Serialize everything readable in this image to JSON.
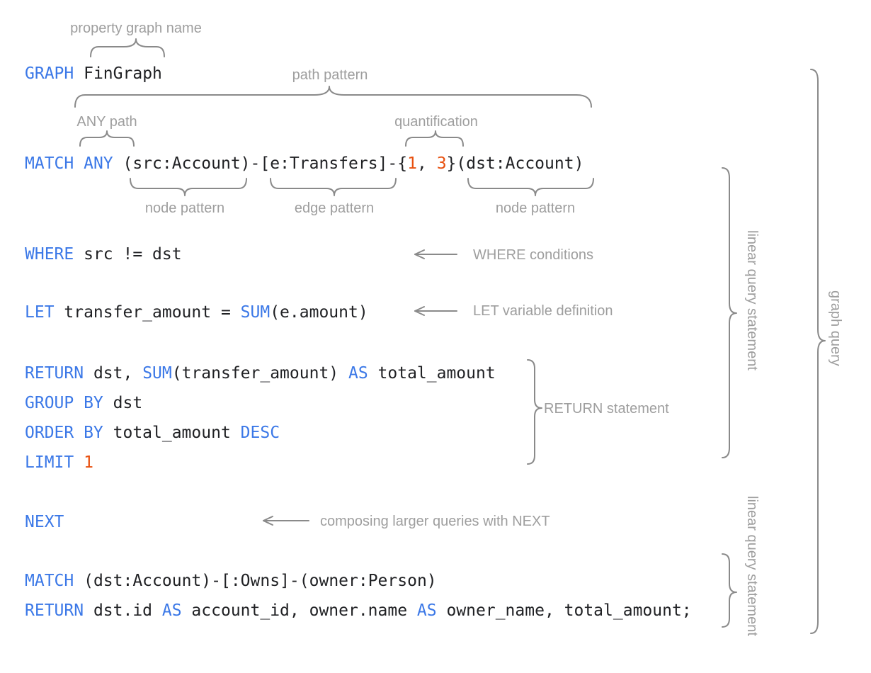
{
  "diagram": {
    "title_context": "GQL graph query annotated syntax diagram",
    "colors": {
      "keyword": "#3b78e7",
      "literal": "#e8500f",
      "code_text": "#202124",
      "annotation": "#9e9e9e",
      "brace": "#8a8a8a",
      "background": "#ffffff"
    }
  },
  "code": {
    "graph_line": {
      "keyword": "GRAPH",
      "name": "FinGraph",
      "full": "GRAPH FinGraph"
    },
    "match_line": {
      "keyword": "MATCH",
      "path_mode": "ANY",
      "src_node": "(src:Account)",
      "dash1": "-",
      "edge": "[e:Transfers]",
      "dash2": "-",
      "quant_open": "{",
      "quant_min": "1",
      "quant_sep": ", ",
      "quant_max": "3",
      "quant_close": "}",
      "dst_node": "(dst:Account)",
      "full": "MATCH ANY (src:Account)-[e:Transfers]-{1, 3}(dst:Account)"
    },
    "where_line": {
      "keyword": "WHERE",
      "expr": " src != dst",
      "full": "WHERE src != dst"
    },
    "let_line": {
      "keyword": "LET",
      "var": " transfer_amount = ",
      "func": "SUM",
      "args": "(e.amount)",
      "full": "LET transfer_amount = SUM(e.amount)"
    },
    "return_line": {
      "keyword": "RETURN",
      "part1": " dst, ",
      "func": "SUM",
      "part2": "(transfer_amount) ",
      "as_kw": "AS",
      "part3": " total_amount",
      "full": "RETURN dst, SUM(transfer_amount) AS total_amount"
    },
    "group_line": {
      "keyword": "GROUP BY",
      "expr": " dst",
      "full": "GROUP BY dst"
    },
    "order_line": {
      "keyword": "ORDER BY",
      "expr": " total_amount ",
      "dir": "DESC",
      "full": "ORDER BY total_amount DESC"
    },
    "limit_line": {
      "keyword": "LIMIT",
      "value": "1",
      "full": "LIMIT 1"
    },
    "next_line": {
      "keyword": "NEXT",
      "full": "NEXT"
    },
    "match2_line": {
      "keyword": "MATCH",
      "dst_node": " (dst:Account)",
      "dash1": "-",
      "edge": "[:Owns]",
      "dash2": "-",
      "owner_node": "(owner:Person)",
      "full": "MATCH (dst:Account)-[:Owns]-(owner:Person)"
    },
    "return2_line": {
      "keyword": "RETURN",
      "part1": " dst.id ",
      "as1": "AS",
      "part2": " account_id, owner.name ",
      "as2": "AS",
      "part3": " owner_name, total_amount;",
      "full": "RETURN dst.id AS account_id, owner.name AS owner_name, total_amount;"
    }
  },
  "annotations": {
    "property_graph_name": "property graph name",
    "path_pattern": "path pattern",
    "any_path": "ANY path",
    "quantification": "quantification",
    "node_pattern_left": "node pattern",
    "edge_pattern": "edge pattern",
    "node_pattern_right": "node pattern",
    "where_conditions": "WHERE conditions",
    "let_variable_definition": "LET variable definition",
    "return_statement": "RETURN statement",
    "composing_next": "composing larger queries with NEXT",
    "linear_query_statement_1": "linear query statement",
    "linear_query_statement_2": "linear query statement",
    "graph_query": "graph query"
  }
}
